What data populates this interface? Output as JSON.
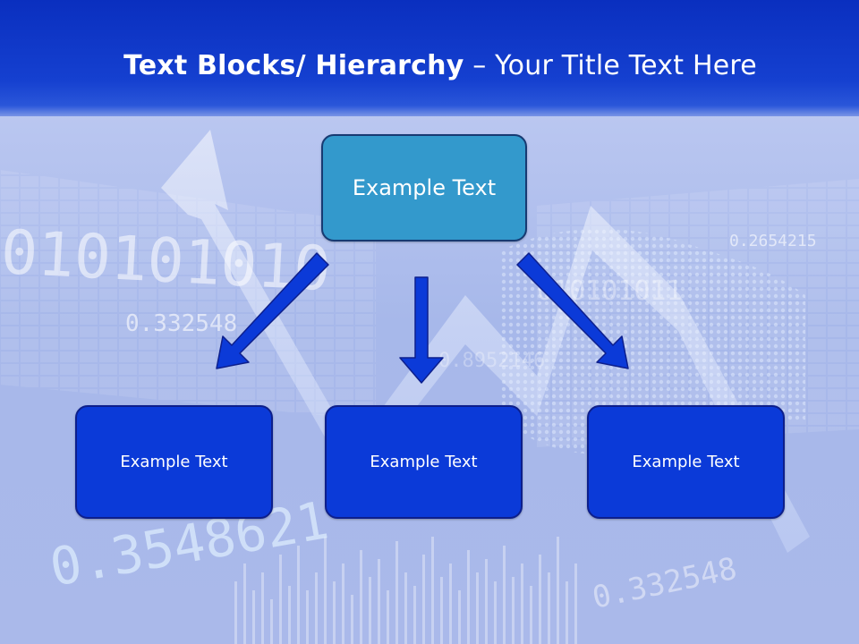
{
  "title": {
    "bold_part": "Text Blocks/ Hierarchy",
    "normal_part": " – Your Title Text Here"
  },
  "diagram": {
    "top_node": "Example Text",
    "child_nodes": [
      "Example Text",
      "Example Text",
      "Example Text"
    ]
  },
  "background_text": {
    "binary_left": "010101010",
    "binary_right": "010101011",
    "num_1": "0.332548",
    "num_2": "0.2654215",
    "num_3": "0.3548621",
    "num_4": "0.332548",
    "num_5": "0.8952146"
  },
  "colors": {
    "header": "#0a2fbf",
    "top_node_fill": "#3399cc",
    "child_node_fill": "#0b3ad8",
    "arrow_fill": "#0b3ad8"
  }
}
